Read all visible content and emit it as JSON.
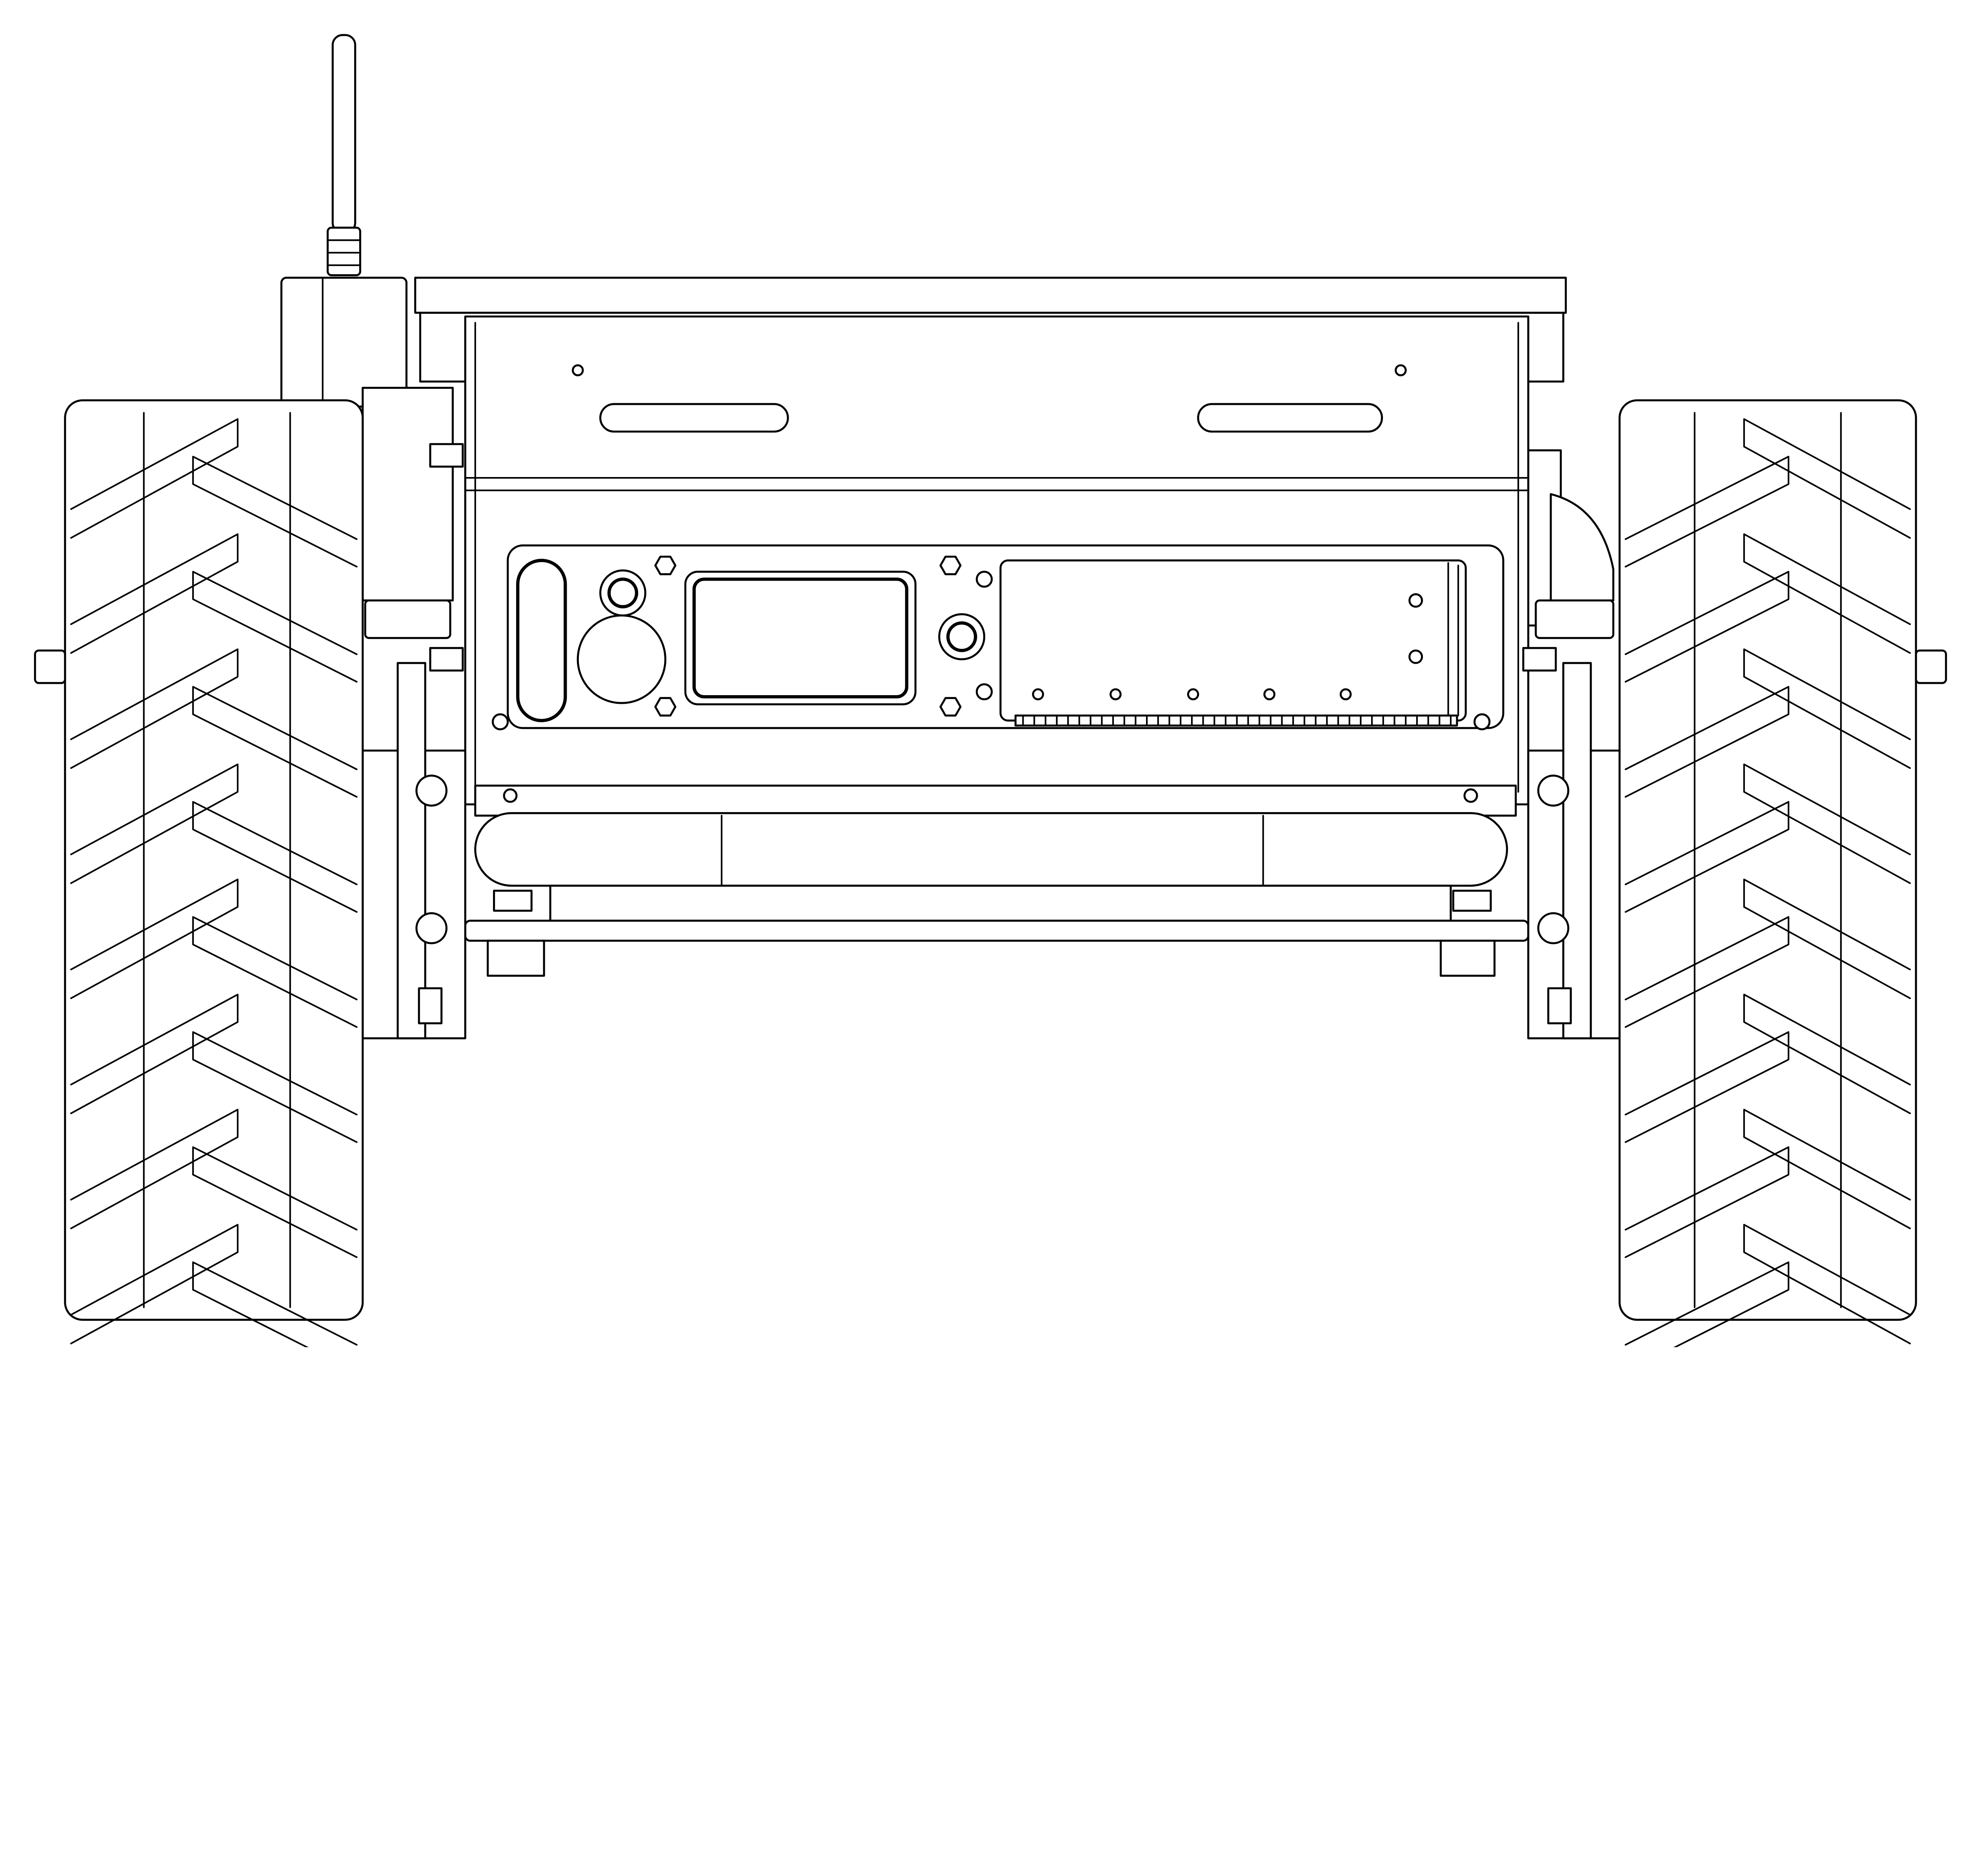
{
  "drawing": {
    "stroke_color": "#000000",
    "background_color": "#ffffff",
    "subject": "robot-front-view",
    "wheel_count_visible": 2,
    "tread_lugs_per_wheel": 8
  }
}
